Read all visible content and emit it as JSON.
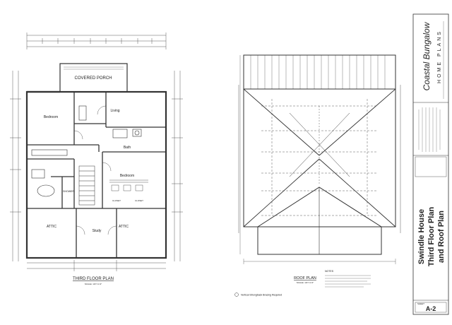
{
  "third_floor": {
    "title": "THIRD FLOOR PLAN",
    "scale": "SCALE: 1/4\"=1'-0\"",
    "rooms": {
      "covered_porch": "COVERED PORCH",
      "bedroom_left": "Bedroom",
      "living": "Living",
      "bath": "Bath",
      "bedroom_right": "Bedroom",
      "attic_left": "ATTIC",
      "attic_right": "ATTIC",
      "study": "Study",
      "closet_a": "CLOSET",
      "closet_b": "CLOSET",
      "shower": "SHOWER"
    }
  },
  "roof": {
    "title": "ROOF PLAN",
    "scale": "SCALE: 1/4\"=1'-0\"",
    "legend": "Vertical Strongback Bracing Required",
    "notes_title": "NOTES"
  },
  "title_block": {
    "logo": "Coastal Bungalow",
    "company": "HOME PLANS",
    "project_title": "Swindle House",
    "sheet_title_1": "Third Floor Plan",
    "sheet_title_2": "and Roof Plan",
    "sheet_label": "SHEET",
    "sheet_number": "A-2"
  }
}
